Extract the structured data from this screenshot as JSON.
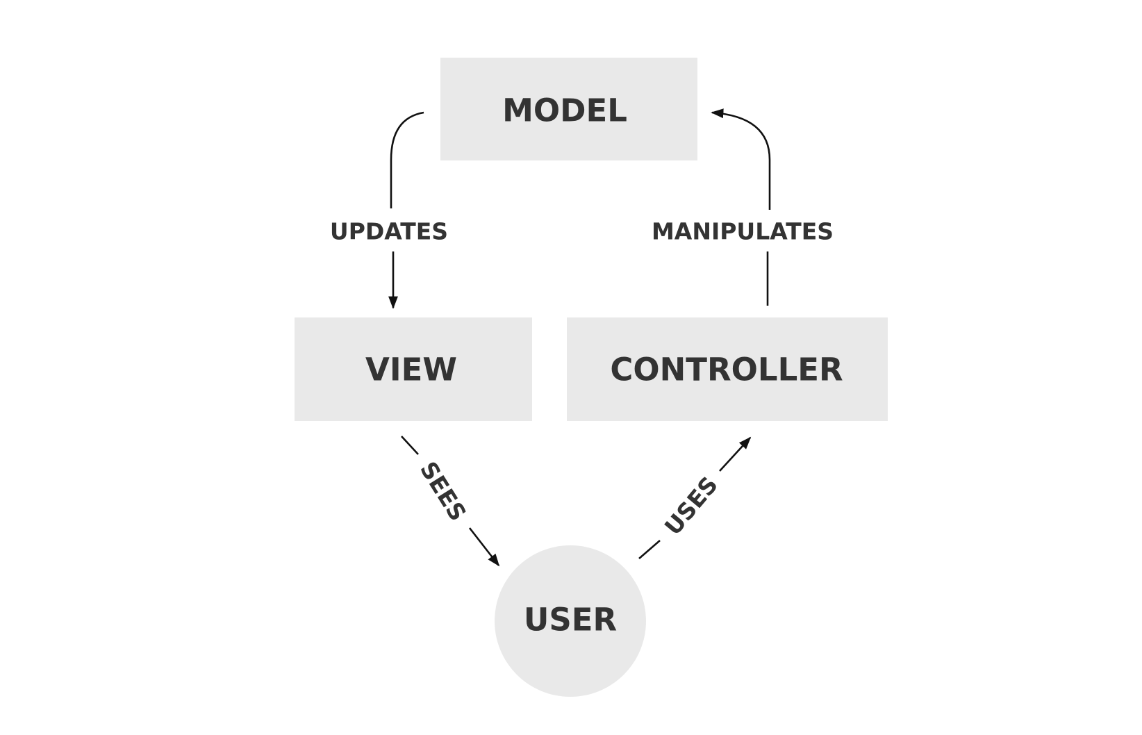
{
  "nodes": {
    "model": "MODEL",
    "view": "VIEW",
    "controller": "CONTROLLER",
    "user": "USER"
  },
  "edges": {
    "updates": "UPDATES",
    "manipulates": "MANIPULATES",
    "sees": "SEES",
    "uses": "USES"
  }
}
